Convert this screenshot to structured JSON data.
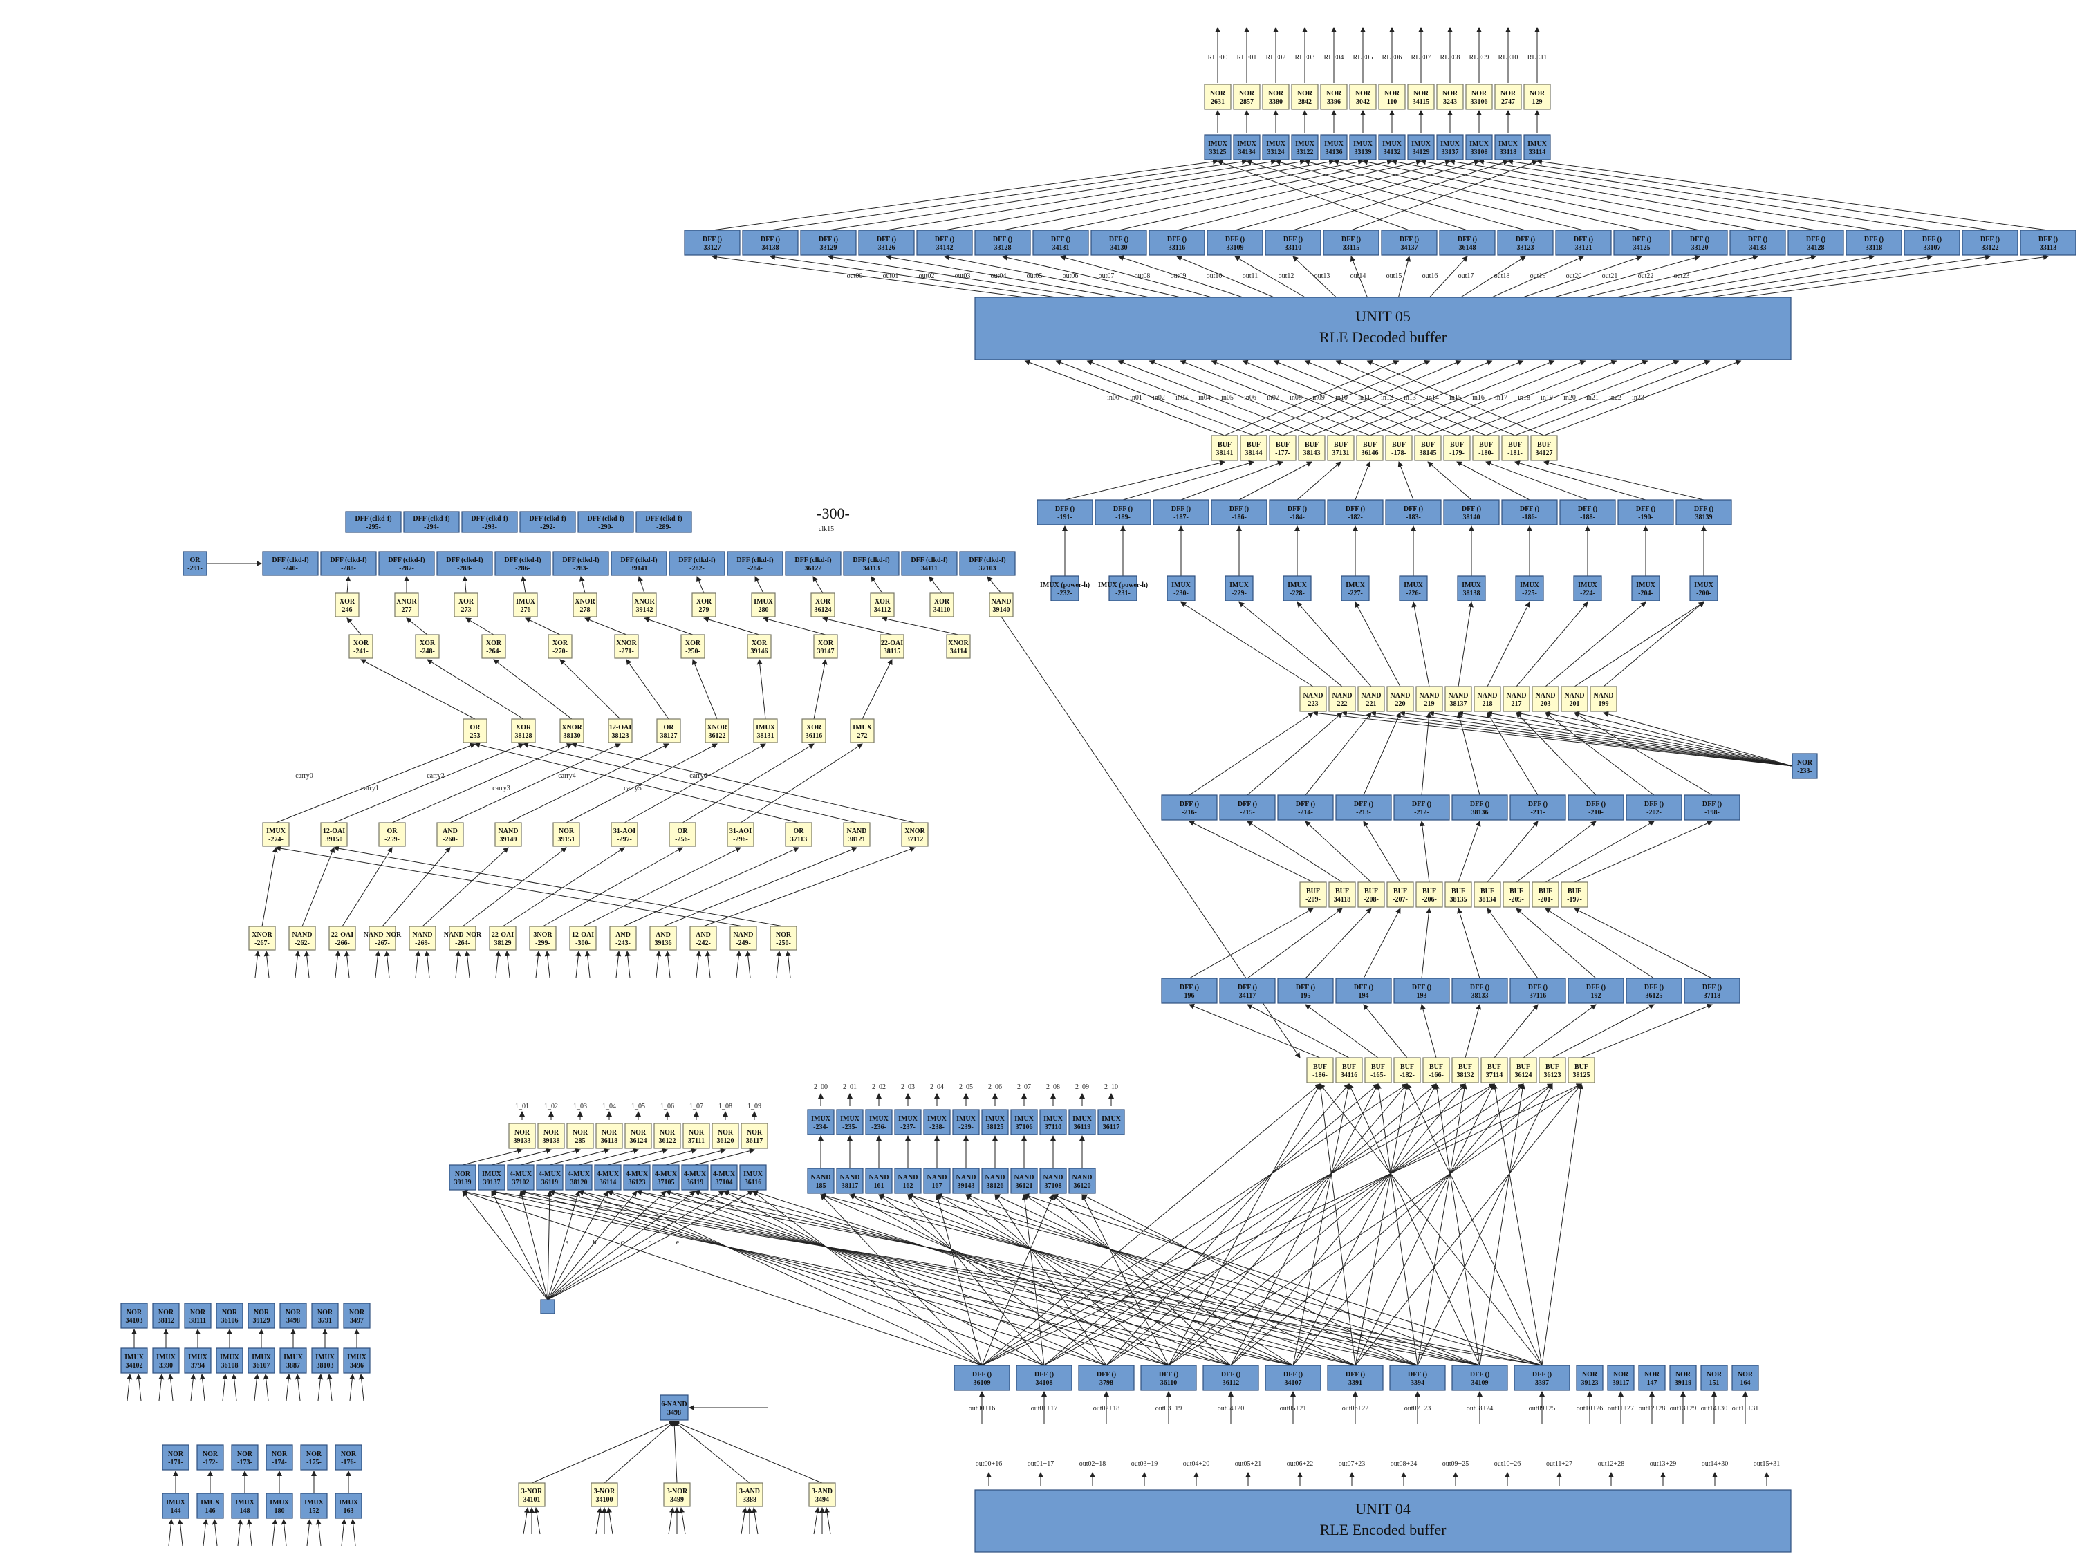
{
  "colors": {
    "blue_node": "#6f9bd0",
    "yellow_node": "#fffccc",
    "edge": "#222222"
  },
  "units": {
    "decoded": {
      "title": "UNIT 05",
      "subtitle": "RLE Decoded buffer"
    },
    "encoded": {
      "title": "UNIT 04",
      "subtitle": "RLE Encoded buffer"
    }
  },
  "center_label": "-300-",
  "center_sublabel": "clk15",
  "top_outputs": [
    "RLE00",
    "RLE01",
    "RLE02",
    "RLE03",
    "RLE04",
    "RLE05",
    "RLE06",
    "RLE07",
    "RLE08",
    "RLE09",
    "RLE10",
    "RLE11"
  ],
  "top_nor": [
    [
      "NOR",
      "2631"
    ],
    [
      "NOR",
      "2857"
    ],
    [
      "NOR",
      "3380"
    ],
    [
      "NOR",
      "2842"
    ],
    [
      "NOR",
      "3396"
    ],
    [
      "NOR",
      "3042"
    ],
    [
      "NOR",
      "-110-"
    ],
    [
      "NOR",
      "34115"
    ],
    [
      "NOR",
      "3243"
    ],
    [
      "NOR",
      "33106"
    ],
    [
      "NOR",
      "2747"
    ],
    [
      "NOR",
      "-129-"
    ]
  ],
  "top_imux": [
    [
      "IMUX",
      "33125"
    ],
    [
      "IMUX",
      "34134"
    ],
    [
      "IMUX",
      "33124"
    ],
    [
      "IMUX",
      "33122"
    ],
    [
      "IMUX",
      "34136"
    ],
    [
      "IMUX",
      "33139"
    ],
    [
      "IMUX",
      "34132"
    ],
    [
      "IMUX",
      "34129"
    ],
    [
      "IMUX",
      "33137"
    ],
    [
      "IMUX",
      "33108"
    ],
    [
      "IMUX",
      "33118"
    ],
    [
      "IMUX",
      "33114"
    ]
  ],
  "dff_row": [
    [
      "DFF ()",
      "33127"
    ],
    [
      "DFF ()",
      "34138"
    ],
    [
      "DFF ()",
      "33129"
    ],
    [
      "DFF ()",
      "33126"
    ],
    [
      "DFF ()",
      "34142"
    ],
    [
      "DFF ()",
      "33128"
    ],
    [
      "DFF ()",
      "34131"
    ],
    [
      "DFF ()",
      "34130"
    ],
    [
      "DFF ()",
      "33116"
    ],
    [
      "DFF ()",
      "33109"
    ],
    [
      "DFF ()",
      "33110"
    ],
    [
      "DFF ()",
      "33115"
    ],
    [
      "DFF ()",
      "34137"
    ],
    [
      "DFF ()",
      "36148"
    ],
    [
      "DFF ()",
      "33123"
    ],
    [
      "DFF ()",
      "33121"
    ],
    [
      "DFF ()",
      "34125"
    ],
    [
      "DFF ()",
      "33120"
    ],
    [
      "DFF ()",
      "34133"
    ],
    [
      "DFF ()",
      "34128"
    ],
    [
      "DFF ()",
      "33118"
    ],
    [
      "DFF ()",
      "33107"
    ],
    [
      "DFF ()",
      "33122"
    ],
    [
      "DFF ()",
      "33113"
    ]
  ],
  "out_labels": [
    "out00",
    "out01",
    "out02",
    "out03",
    "out04",
    "out05",
    "out06",
    "out07",
    "out08",
    "out09",
    "out10",
    "out11",
    "out12",
    "out13",
    "out14",
    "out15",
    "out16",
    "out17",
    "out18",
    "out19",
    "out20",
    "out21",
    "out22",
    "out23"
  ],
  "in_labels": [
    "in00",
    "in01",
    "in02",
    "in03",
    "in04",
    "in05",
    "in06",
    "in07",
    "in08",
    "in09",
    "in10",
    "in11",
    "in12",
    "in13",
    "in14",
    "in15",
    "in16",
    "in17",
    "in18",
    "in19",
    "in20",
    "in21",
    "in22",
    "in23"
  ],
  "buf_row1": [
    [
      "BUF",
      "38141"
    ],
    [
      "BUF",
      "38144"
    ],
    [
      "BUF",
      "-177-"
    ],
    [
      "BUF",
      "38143"
    ],
    [
      "BUF",
      "37131"
    ],
    [
      "BUF",
      "36146"
    ],
    [
      "BUF",
      "-178-"
    ],
    [
      "BUF",
      "38145"
    ],
    [
      "BUF",
      "-179-"
    ],
    [
      "BUF",
      "-180-"
    ],
    [
      "BUF",
      "-181-"
    ],
    [
      "BUF",
      "34127"
    ]
  ],
  "dff_row2": [
    [
      "DFF ()",
      "-191-"
    ],
    [
      "DFF ()",
      "-189-"
    ],
    [
      "DFF ()",
      "-187-"
    ],
    [
      "DFF ()",
      "-186-"
    ],
    [
      "DFF ()",
      "-184-"
    ],
    [
      "DFF ()",
      "-182-"
    ],
    [
      "DFF ()",
      "-183-"
    ],
    [
      "DFF ()",
      "38140"
    ],
    [
      "DFF ()",
      "-186-"
    ],
    [
      "DFF ()",
      "-188-"
    ],
    [
      "DFF ()",
      "-190-"
    ],
    [
      "DFF ()",
      "38139"
    ]
  ],
  "imux_row2": [
    [
      "IMUX (power-h)",
      "-232-"
    ],
    [
      "IMUX (power-h)",
      "-231-"
    ],
    [
      "IMUX",
      "-230-"
    ],
    [
      "IMUX",
      "-229-"
    ],
    [
      "IMUX",
      "-228-"
    ],
    [
      "IMUX",
      "-227-"
    ],
    [
      "IMUX",
      "-226-"
    ],
    [
      "IMUX",
      "38138"
    ],
    [
      "IMUX",
      "-225-"
    ],
    [
      "IMUX",
      "-224-"
    ],
    [
      "IMUX",
      "-204-"
    ],
    [
      "IMUX",
      "-200-"
    ]
  ],
  "nand_row": [
    [
      "NAND",
      "-223-"
    ],
    [
      "NAND",
      "-222-"
    ],
    [
      "NAND",
      "-221-"
    ],
    [
      "NAND",
      "-220-"
    ],
    [
      "NAND",
      "-219-"
    ],
    [
      "NAND",
      "38137"
    ],
    [
      "NAND",
      "-218-"
    ],
    [
      "NAND",
      "-217-"
    ],
    [
      "NAND",
      "-203-"
    ],
    [
      "NAND",
      "-201-"
    ],
    [
      "NAND",
      "-199-"
    ]
  ],
  "nor_right": [
    "NOR",
    "-233-"
  ],
  "dff_row3": [
    [
      "DFF ()",
      "-216-"
    ],
    [
      "DFF ()",
      "-215-"
    ],
    [
      "DFF ()",
      "-214-"
    ],
    [
      "DFF ()",
      "-213-"
    ],
    [
      "DFF ()",
      "-212-"
    ],
    [
      "DFF ()",
      "38136"
    ],
    [
      "DFF ()",
      "-211-"
    ],
    [
      "DFF ()",
      "-210-"
    ],
    [
      "DFF ()",
      "-202-"
    ],
    [
      "DFF ()",
      "-198-"
    ]
  ],
  "buf_row2": [
    [
      "BUF",
      "-209-"
    ],
    [
      "BUF",
      "34118"
    ],
    [
      "BUF",
      "-208-"
    ],
    [
      "BUF",
      "-207-"
    ],
    [
      "BUF",
      "-206-"
    ],
    [
      "BUF",
      "38135"
    ],
    [
      "BUF",
      "38134"
    ],
    [
      "BUF",
      "-205-"
    ],
    [
      "BUF",
      "-201-"
    ],
    [
      "BUF",
      "-197-"
    ]
  ],
  "dff_row4": [
    [
      "DFF ()",
      "-196-"
    ],
    [
      "DFF ()",
      "34117"
    ],
    [
      "DFF ()",
      "-195-"
    ],
    [
      "DFF ()",
      "-194-"
    ],
    [
      "DFF ()",
      "-193-"
    ],
    [
      "DFF ()",
      "38133"
    ],
    [
      "DFF ()",
      "37116"
    ],
    [
      "DFF ()",
      "-192-"
    ],
    [
      "DFF ()",
      "36125"
    ],
    [
      "DFF ()",
      "37118"
    ]
  ],
  "buf_row3": [
    [
      "BUF",
      "-186-"
    ],
    [
      "BUF",
      "34116"
    ],
    [
      "BUF",
      "-165-"
    ],
    [
      "BUF",
      "-182-"
    ],
    [
      "BUF",
      "-166-"
    ],
    [
      "BUF",
      "38132"
    ],
    [
      "BUF",
      "37114"
    ],
    [
      "BUF",
      "36124"
    ],
    [
      "BUF",
      "36123"
    ],
    [
      "BUF",
      "38125"
    ]
  ],
  "dff_left_top": [
    [
      "DFF (clkd-f)",
      "-295-"
    ],
    [
      "DFF (clkd-f)",
      "-294-"
    ],
    [
      "DFF (clkd-f)",
      "-293-"
    ],
    [
      "DFF (clkd-f)",
      "-292-"
    ],
    [
      "DFF (clkd-f)",
      "-290-"
    ],
    [
      "DFF (clkd-f)",
      "-289-"
    ]
  ],
  "dff_left": [
    [
      "DFF (clkd-f)",
      "-240-"
    ],
    [
      "DFF (clkd-f)",
      "-288-"
    ],
    [
      "DFF (clkd-f)",
      "-287-"
    ],
    [
      "DFF (clkd-f)",
      "-288-"
    ],
    [
      "DFF (clkd-f)",
      "-286-"
    ],
    [
      "DFF (clkd-f)",
      "-283-"
    ],
    [
      "DFF (clkd-f)",
      "39141"
    ],
    [
      "DFF (clkd-f)",
      "-282-"
    ],
    [
      "DFF (clkd-f)",
      "-284-"
    ],
    [
      "DFF (clkd-f)",
      "36122"
    ],
    [
      "DFF (clkd-f)",
      "34113"
    ],
    [
      "DFF (clkd-f)",
      "34111"
    ],
    [
      "DFF (clkd-f)",
      "37103"
    ]
  ],
  "or_left": [
    "OR",
    "-291-"
  ],
  "logic_row1": [
    [
      "XOR",
      "-246-"
    ],
    [
      "XNOR",
      "-277-"
    ],
    [
      "XOR",
      "-273-"
    ],
    [
      "IMUX",
      "-276-"
    ],
    [
      "XNOR",
      "-278-"
    ],
    [
      "XNOR",
      "39142"
    ],
    [
      "XOR",
      "-279-"
    ],
    [
      "IMUX",
      "-280-"
    ],
    [
      "XOR",
      "36124"
    ],
    [
      "XOR",
      "34112"
    ],
    [
      "XOR",
      "34110"
    ],
    [
      "NAND",
      "39140"
    ]
  ],
  "logic_row2": [
    [
      "XOR",
      "-241-"
    ],
    [
      "XOR",
      "-248-"
    ],
    [
      "XOR",
      "-264-"
    ],
    [
      "XOR",
      "-270-"
    ],
    [
      "XNOR",
      "-271-"
    ],
    [
      "XOR",
      "-250-"
    ],
    [
      "XOR",
      "39146"
    ],
    [
      "XOR",
      "39147"
    ],
    [
      "22-OAI",
      "38115"
    ],
    [
      "XNOR",
      "34114"
    ]
  ],
  "logic_mid": [
    [
      "OR",
      "-253-"
    ],
    [
      "XOR",
      "38128"
    ],
    [
      "XNOR",
      "38130"
    ],
    [
      "12-OAI",
      "38123"
    ],
    [
      "OR",
      "38127"
    ],
    [
      "XNOR",
      "36122"
    ],
    [
      "IMUX",
      "38131"
    ],
    [
      "XOR",
      "36116"
    ],
    [
      "IMUX",
      "-272-"
    ]
  ],
  "logic_low": [
    [
      "IMUX",
      "-274-"
    ],
    [
      "12-OAI",
      "39150"
    ],
    [
      "OR",
      "-259-"
    ],
    [
      "AND",
      "-260-"
    ],
    [
      "NAND",
      "39149"
    ],
    [
      "NOR",
      "39151"
    ],
    [
      "31-AOI",
      "-297-"
    ],
    [
      "OR",
      "-256-"
    ],
    [
      "31-AOI",
      "-296-"
    ],
    [
      "OR",
      "37113"
    ],
    [
      "NAND",
      "38121"
    ],
    [
      "XNOR",
      "37112"
    ]
  ],
  "logic_bottom": [
    [
      "XNOR",
      "-267-"
    ],
    [
      "NAND",
      "-262-"
    ],
    [
      "22-OAI",
      "-266-"
    ],
    [
      "NAND-NOR",
      "-267-"
    ],
    [
      "NAND",
      "-269-"
    ],
    [
      "NAND-NOR",
      "-264-"
    ],
    [
      "22-OAI",
      "38129"
    ],
    [
      "3NOR",
      "-299-"
    ],
    [
      "12-OAI",
      "-300-"
    ],
    [
      "AND",
      "-243-"
    ],
    [
      "AND",
      "39136"
    ],
    [
      "AND",
      "-242-"
    ],
    [
      "NAND",
      "-249-"
    ],
    [
      "NOR",
      "-250-"
    ]
  ],
  "carry_labels": [
    "carry0",
    "carry1",
    "carry2",
    "carry3",
    "carry4",
    "carry5",
    "carry6"
  ],
  "mid_yellow_nor": [
    [
      "NOR",
      "39133"
    ],
    [
      "NOR",
      "39138"
    ],
    [
      "NOR",
      "-285-"
    ],
    [
      "NOR",
      "36118"
    ],
    [
      "NOR",
      "36124"
    ],
    [
      "NOR",
      "36122"
    ],
    [
      "NOR",
      "37111"
    ],
    [
      "NOR",
      "36120"
    ],
    [
      "NOR",
      "36117"
    ]
  ],
  "mid_blue_imux": [
    [
      "NOR",
      "39139"
    ],
    [
      "IMUX",
      "39137"
    ],
    [
      "4-MUX",
      "37102"
    ],
    [
      "4-MUX",
      "36119"
    ],
    [
      "4-MUX",
      "38120"
    ],
    [
      "4-MUX",
      "36114"
    ],
    [
      "4-MUX",
      "36123"
    ],
    [
      "4-MUX",
      "37105"
    ],
    [
      "4-MUX",
      "36119"
    ],
    [
      "4-MUX",
      "37104"
    ],
    [
      "IMUX",
      "36116"
    ]
  ],
  "imux_row_mid": [
    [
      "IMUX",
      "-234-"
    ],
    [
      "IMUX",
      "-235-"
    ],
    [
      "IMUX",
      "-236-"
    ],
    [
      "IMUX",
      "-237-"
    ],
    [
      "IMUX",
      "-238-"
    ],
    [
      "IMUX",
      "-239-"
    ],
    [
      "IMUX",
      "38125"
    ],
    [
      "IMUX",
      "37106"
    ],
    [
      "IMUX",
      "37110"
    ],
    [
      "IMUX",
      "36119"
    ],
    [
      "IMUX",
      "36117"
    ]
  ],
  "nand_row_mid": [
    [
      "NAND",
      "-185-"
    ],
    [
      "NAND",
      "38117"
    ],
    [
      "NAND",
      "-161-"
    ],
    [
      "NAND",
      "-162-"
    ],
    [
      "NAND",
      "-167-"
    ],
    [
      "NAND",
      "39143"
    ],
    [
      "NAND",
      "38126"
    ],
    [
      "NAND",
      "36121"
    ],
    [
      "NAND",
      "37108"
    ],
    [
      "NAND",
      "36120"
    ]
  ],
  "mid_inputs": [
    "2_00",
    "2_01",
    "2_02",
    "2_03",
    "2_04",
    "2_05",
    "2_06",
    "2_07",
    "2_08",
    "2_09",
    "2_10"
  ],
  "mid_inputs_top": [
    "1_01",
    "1_02",
    "1_03",
    "1_04",
    "1_05",
    "1_06",
    "1_07",
    "1_08",
    "1_09"
  ],
  "dff_row5": [
    [
      "DFF ()",
      "36109"
    ],
    [
      "DFF ()",
      "34108"
    ],
    [
      "DFF ()",
      "3798"
    ],
    [
      "DFF ()",
      "36110"
    ],
    [
      "DFF ()",
      "36112"
    ],
    [
      "DFF ()",
      "34107"
    ],
    [
      "DFF ()",
      "3391"
    ],
    [
      "DFF ()",
      "3394"
    ],
    [
      "DFF ()",
      "34109"
    ],
    [
      "DFF ()",
      "3397"
    ]
  ],
  "nor_row5": [
    [
      "NOR",
      "39123"
    ],
    [
      "NOR",
      "39117"
    ],
    [
      "NOR",
      "-147-"
    ],
    [
      "NOR",
      "39119"
    ],
    [
      "NOR",
      "-151-"
    ],
    [
      "NOR",
      "-164-"
    ]
  ],
  "enc_in_labels": [
    "out00+16",
    "out01+17",
    "out02+18",
    "out03+19",
    "out04+20",
    "out05+21",
    "out06+22",
    "out07+23",
    "out08+24",
    "out09+25",
    "out10+26",
    "out11+27",
    "out12+28",
    "out13+29",
    "out14+30",
    "out15+31"
  ],
  "bl_nor": [
    [
      "NOR",
      "34103"
    ],
    [
      "NOR",
      "38112"
    ],
    [
      "NOR",
      "38111"
    ],
    [
      "NOR",
      "36106"
    ],
    [
      "NOR",
      "39129"
    ],
    [
      "NOR",
      "3498"
    ],
    [
      "NOR",
      "3791"
    ],
    [
      "NOR",
      "3497"
    ]
  ],
  "bl_imux": [
    [
      "IMUX",
      "34102"
    ],
    [
      "IMUX",
      "3390"
    ],
    [
      "IMUX",
      "3794"
    ],
    [
      "IMUX",
      "36108"
    ],
    [
      "IMUX",
      "36107"
    ],
    [
      "IMUX",
      "3887"
    ],
    [
      "IMUX",
      "38103"
    ],
    [
      "IMUX",
      "3496"
    ]
  ],
  "bl_nor2": [
    [
      "NOR",
      "-171-"
    ],
    [
      "NOR",
      "-172-"
    ],
    [
      "NOR",
      "-173-"
    ],
    [
      "NOR",
      "-174-"
    ],
    [
      "NOR",
      "-175-"
    ],
    [
      "NOR",
      "-176-"
    ]
  ],
  "bl_imux2": [
    [
      "IMUX",
      "-144-"
    ],
    [
      "IMUX",
      "-146-"
    ],
    [
      "IMUX",
      "-148-"
    ],
    [
      "IMUX",
      "-180-"
    ],
    [
      "IMUX",
      "-152-"
    ],
    [
      "IMUX",
      "-163-"
    ]
  ],
  "bottom_nand": [
    "6-NAND",
    "3498"
  ],
  "bottom_gates": [
    [
      "3-NOR",
      "34101"
    ],
    [
      "3-NOR",
      "34100"
    ],
    [
      "3-NOR",
      "3499"
    ],
    [
      "3-AND",
      "3388"
    ],
    [
      "3-AND",
      "3494"
    ]
  ],
  "edge_letters": [
    "a",
    "b",
    "c",
    "d",
    "e"
  ]
}
